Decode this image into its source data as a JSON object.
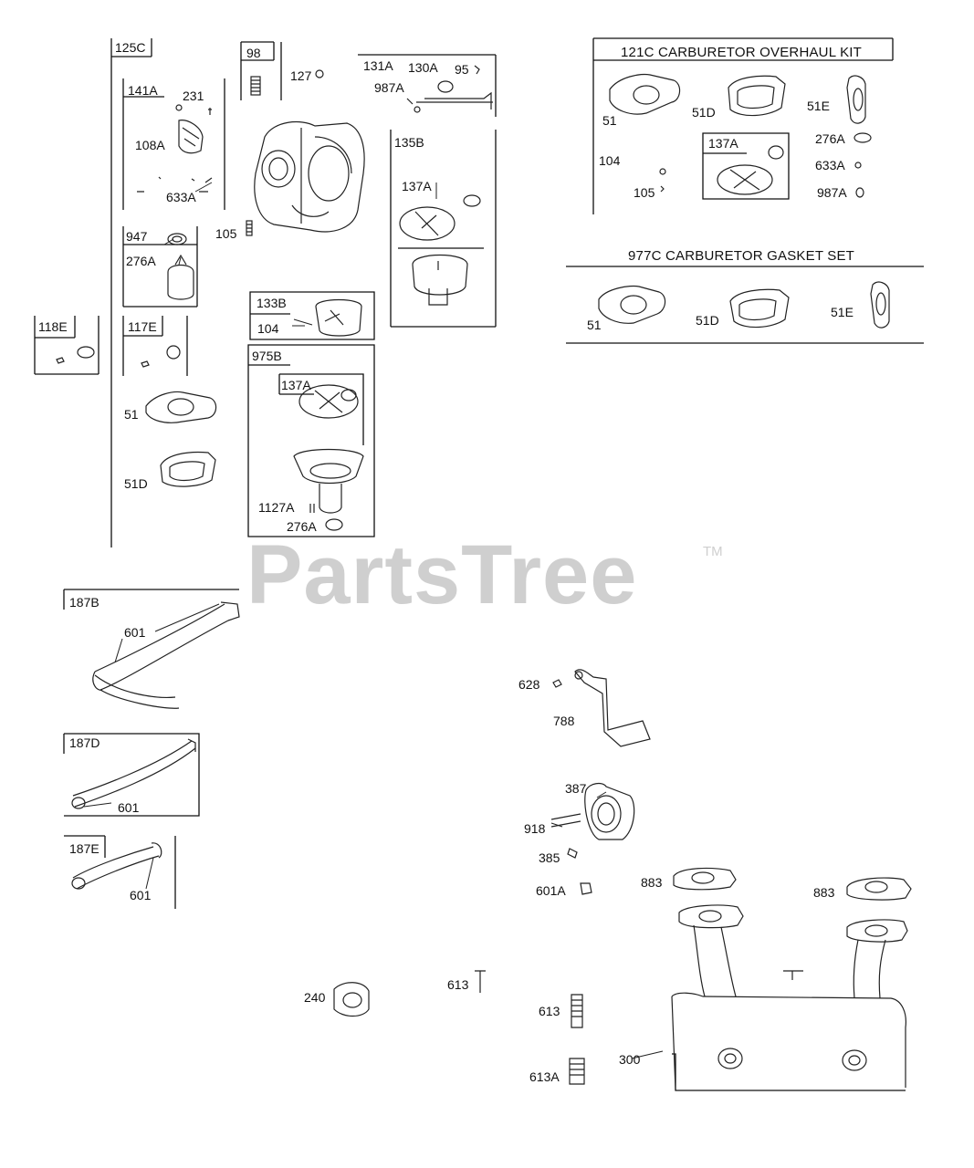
{
  "watermark": {
    "text": "PartsTree",
    "tm": "TM"
  },
  "kits": {
    "overhaul_title": "121C CARBURETOR OVERHAUL KIT",
    "gasket_title": "977C CARBURETOR GASKET SET"
  },
  "labels": {
    "l125C": "125C",
    "l98": "98",
    "l127": "127",
    "l131A": "131A",
    "l130A": "130A",
    "l95": "95",
    "l987A_a": "987A",
    "l141A": "141A",
    "l231": "231",
    "l108A": "108A",
    "l633A_a": "633A",
    "l135B": "135B",
    "l137A_a": "137A",
    "l947": "947",
    "l276A_a": "276A",
    "l105_a": "105",
    "l133B": "133B",
    "l104_a": "104",
    "l118E": "118E",
    "l117E": "117E",
    "l975B": "975B",
    "l137A_b": "137A",
    "l51_a": "51",
    "l51D_a": "51D",
    "l1127A": "1127A",
    "l276A_b": "276A",
    "l51_b": "51",
    "l51D_b": "51D",
    "l51E_a": "51E",
    "l104_b": "104",
    "l137A_c": "137A",
    "l276A_c": "276A",
    "l633A_b": "633A",
    "l105_b": "105",
    "l987A_b": "987A",
    "l51_c": "51",
    "l51D_c": "51D",
    "l51E_b": "51E",
    "l187B": "187B",
    "l601_a": "601",
    "l187D": "187D",
    "l601_b": "601",
    "l187E": "187E",
    "l601_c": "601",
    "l628": "628",
    "l788": "788",
    "l387": "387",
    "l918": "918",
    "l385": "385",
    "l601A": "601A",
    "l883_a": "883",
    "l883_b": "883",
    "l613_a": "613",
    "l240": "240",
    "l613_b": "613",
    "l300": "300",
    "l613A": "613A"
  }
}
